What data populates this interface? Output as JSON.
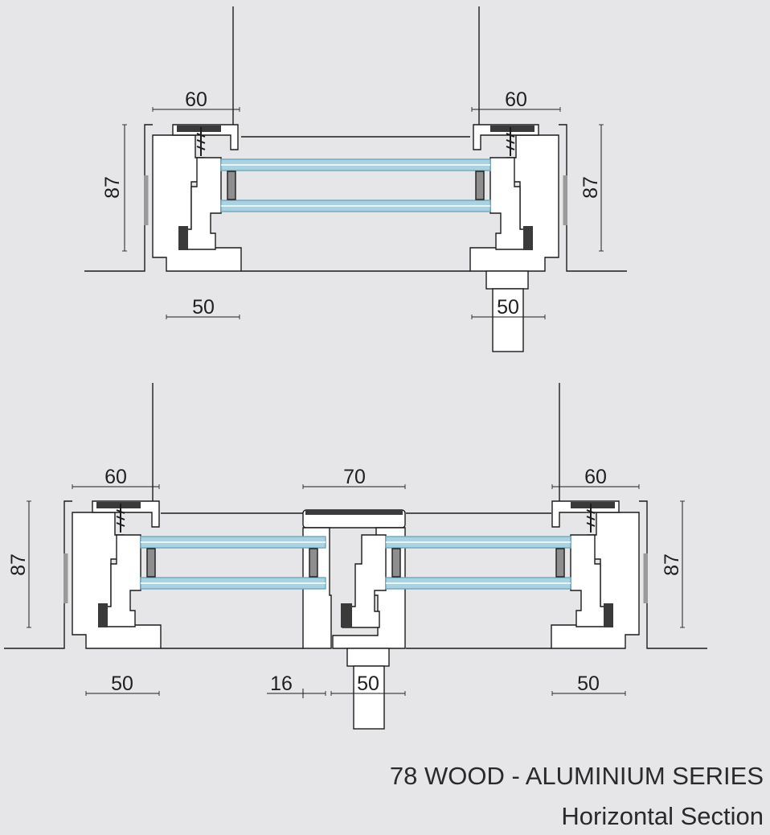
{
  "caption": {
    "title": "78 WOOD - ALUMINIUM SERIES",
    "subtitle": "Horizontal Section"
  },
  "colors": {
    "background": "#e6e6e8",
    "line": "#1c1c1c",
    "frame_fill": "#ffffff",
    "gasket": "#3a3a3a",
    "glass": "#a9d3e0",
    "glass_edge": "#6fa7bd",
    "spacer": "#8e8e8e"
  },
  "top_section": {
    "dims": {
      "left_60": "60",
      "right_60": "60",
      "left_87": "87",
      "right_87": "87",
      "left_50": "50",
      "right_50": "50"
    }
  },
  "bottom_section": {
    "dims": {
      "left_60": "60",
      "center_70": "70",
      "right_60": "60",
      "left_87": "87",
      "right_87": "87",
      "left_50": "50",
      "mid_16": "16",
      "mid_50": "50",
      "right_50": "50"
    }
  }
}
